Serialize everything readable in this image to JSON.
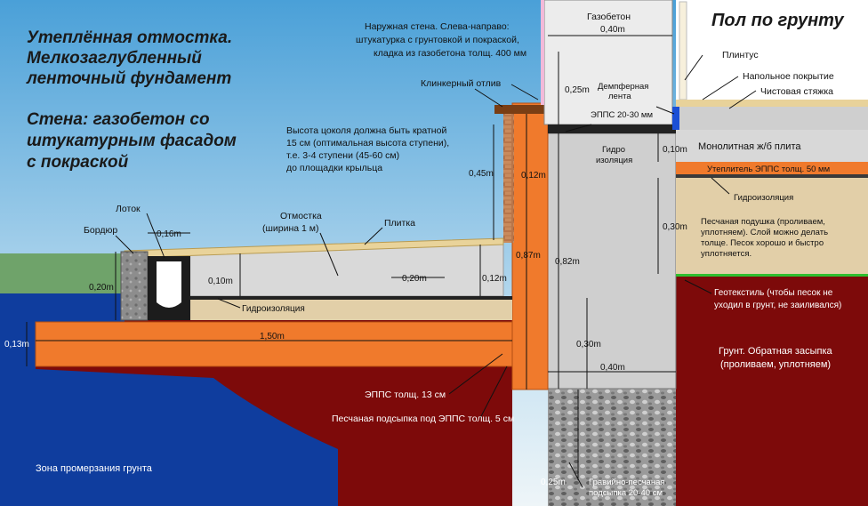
{
  "title_block": {
    "lines": [
      "Утеплённая отмостка.",
      "Мелкозаглубленный",
      "ленточный фундамент"
    ],
    "wall_lines": [
      "Стена: газобетон со",
      "штукатурным фасадом",
      "с покраской"
    ]
  },
  "floor_title": "Пол по грунту",
  "labels": {
    "outer_wall": [
      "Наружная стена. Слева-направо:",
      "штукатурка с грунтовкой и покраской,",
      "кладка из газобетона толщ. 400 мм"
    ],
    "gasobeton": "Газобетон",
    "clinker": "Клинкерный отлив",
    "damper": [
      "Демпферная",
      "лента"
    ],
    "epps_2030": "ЭППС 20-30 мм",
    "plinth": "Плинтус",
    "floor_cover": "Напольное покрытие",
    "screed": "Чистовая стяжка",
    "slab": "Монолитная ж/б плита",
    "insul50": "Утеплитель ЭППС толщ. 50 мм",
    "hydro_r": "Гидроизоляция",
    "sand_pillow": [
      "Песчаная подушка (проливаем,",
      "уплотняем). Слой можно делать",
      "толще. Песок хорошо и быстро",
      "уплотняется."
    ],
    "geotextile": [
      "Геотекстиль (чтобы песок не",
      "уходил в грунт, не заиливался)"
    ],
    "ground": [
      "Грунт. Обратная засыпка",
      "(проливаем, уплотняем)"
    ],
    "plinth_height": [
      "Высота цоколя должна быть кратной",
      "15 см (оптимальная высота ступени),",
      "т.е. 3-4 ступени (45-60 см)",
      "до площадки крыльца"
    ],
    "otmostka": [
      "Отмостка",
      "(ширина 1 м)"
    ],
    "tile": "Плитка",
    "lotok": "Лоток",
    "border": "Бордюр",
    "hydro_l": "Гидроизоляция",
    "hydro_v": [
      "Гидро",
      "изоляция"
    ],
    "epps13": "ЭППС толщ. 13 см",
    "sand5": "Песчаная подсыпка под ЭППС толщ. 5 см",
    "freeze": "Зона промерзания грунта",
    "gravel": [
      "Гравийно-песчаная",
      "подсыпка 20-40 см"
    ]
  },
  "dims": {
    "wall_w": "0,40m",
    "d025": "0,25m",
    "d045": "0,45m",
    "d012a": "0,12m",
    "d087": "0,87m",
    "d082": "0,82m",
    "d010r": "0,10m",
    "d030r": "0,30m",
    "d030": "0,30m",
    "found_w": "0,40m",
    "d025b": "0,25m",
    "d016": "0,16m",
    "d020h": "0,20m",
    "d010": "0,10m",
    "d020w": "0,20m",
    "d012b": "0,12m",
    "d013": "0,13m",
    "d150": "1,50m"
  },
  "colors": {
    "sky_top": "#4aa0d8",
    "sky_bottom": "#e6f1f7",
    "ground_red": "#7d0a0a",
    "freeze_blue": "#0f3d9e",
    "epps_orange": "#f07a2c",
    "concrete": "#cfcfcf",
    "sand": "#e2cfa8",
    "grass": "#6fa36a"
  }
}
